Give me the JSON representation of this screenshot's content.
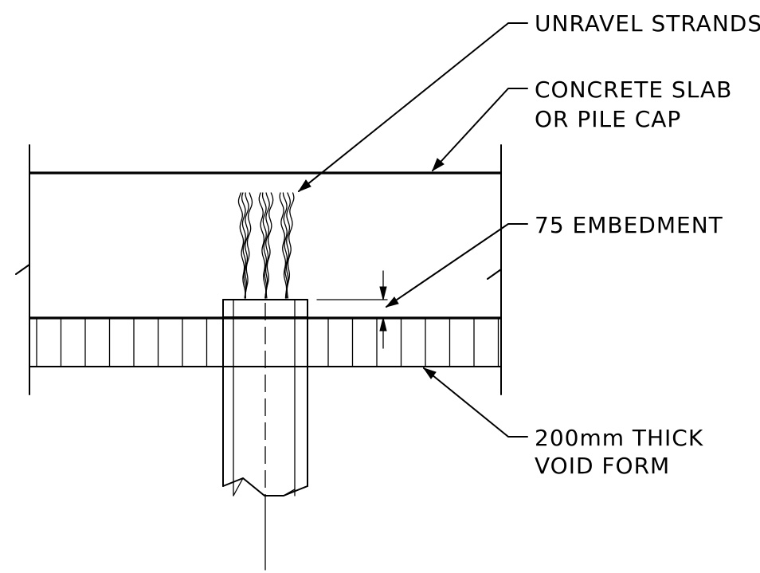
{
  "labels": {
    "unravel": "UNRAVEL STRANDS",
    "slab_line1": "CONCRETE SLAB",
    "slab_line2": "OR PILE CAP",
    "embedment": "75 EMBEDMENT",
    "void_line1": "200mm THICK",
    "void_line2": "VOID FORM"
  }
}
